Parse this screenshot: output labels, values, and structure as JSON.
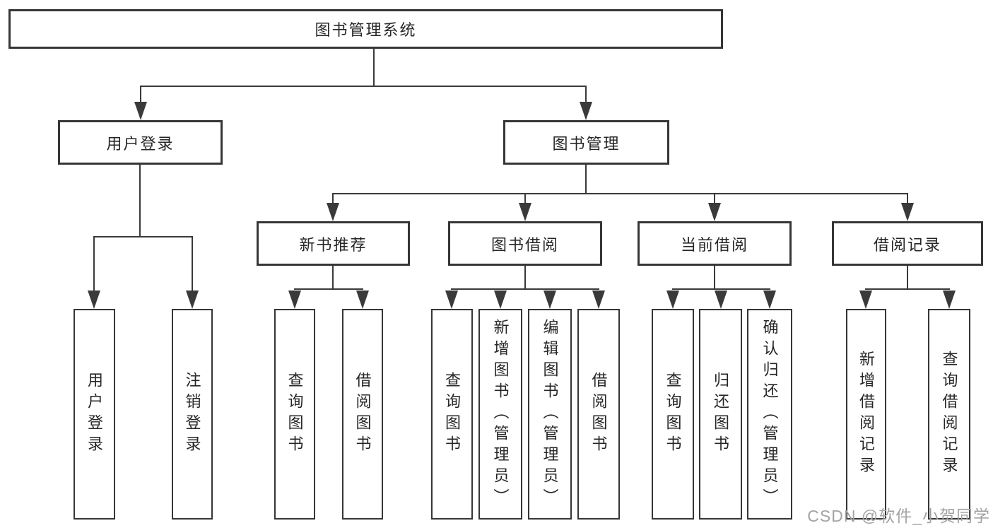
{
  "colors": {
    "background": "#ffffff",
    "line": "#3a3a3a",
    "box_border": "#363636",
    "text": "#262626",
    "watermark": "#a3a3a3"
  },
  "tree": {
    "root": "图书管理系统",
    "children": [
      {
        "label": "用户登录",
        "leaves": [
          "用户登录",
          "注销登录"
        ]
      },
      {
        "label": "图书管理",
        "children": [
          {
            "label": "新书推荐",
            "leaves": [
              "查询图书",
              "借阅图书"
            ]
          },
          {
            "label": "图书借阅",
            "leaves": [
              "查询图书",
              "新增图书（管理员）",
              "编辑图书（管理员）",
              "借阅图书"
            ]
          },
          {
            "label": "当前借阅",
            "leaves": [
              "查询图书",
              "归还图书",
              "确认归还（管理员）"
            ]
          },
          {
            "label": "借阅记录",
            "leaves": [
              "新增借阅记录",
              "查询借阅记录"
            ]
          }
        ]
      }
    ]
  },
  "watermark": "CSDN @软件_小贺同学"
}
